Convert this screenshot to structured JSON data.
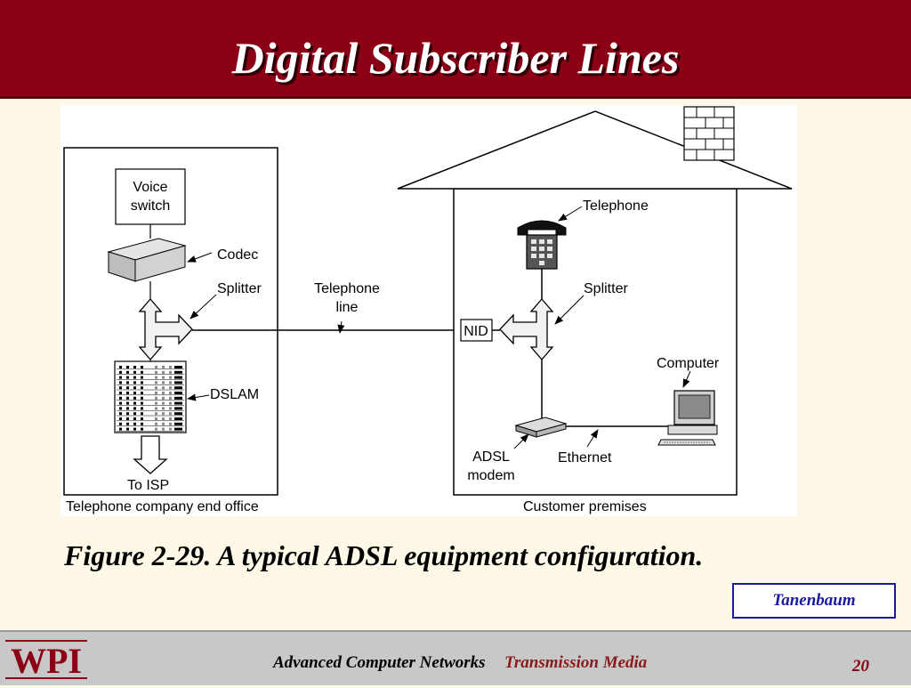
{
  "slide": {
    "title": "Digital Subscriber Lines",
    "caption": "Figure 2-29. A typical ADSL equipment configuration.",
    "credit": "Tanenbaum"
  },
  "diagram": {
    "end_office": {
      "voice_switch_line1": "Voice",
      "voice_switch_line2": "switch",
      "codec": "Codec",
      "splitter": "Splitter",
      "dslam": "DSLAM",
      "to_isp": "To ISP",
      "section_label": "Telephone company end office"
    },
    "line": {
      "label_line1": "Telephone",
      "label_line2": "line"
    },
    "customer": {
      "telephone": "Telephone",
      "splitter": "Splitter",
      "nid": "NID",
      "computer": "Computer",
      "adsl_line1": "ADSL",
      "adsl_line2": "modem",
      "ethernet": "Ethernet",
      "section_label": "Customer premises"
    }
  },
  "footer": {
    "logo_text": "WPI",
    "course": "Advanced Computer Networks",
    "topic": "Transmission Media",
    "page": "20"
  },
  "colors": {
    "title_bar": "#8b0014",
    "background": "#fdf9e6",
    "footer": "#c8c8c8",
    "credit_border": "#1a1a9c",
    "topic_text": "#8b1a1a"
  }
}
